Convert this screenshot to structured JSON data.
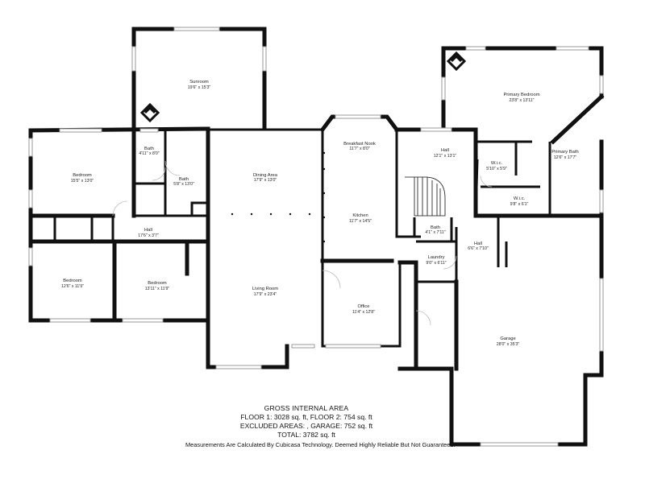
{
  "rooms": [
    {
      "id": "sunroom",
      "name": "Sunroom",
      "dims": "19'6\" x 15'3\""
    },
    {
      "id": "bedroom-west",
      "name": "Bedroom",
      "dims": "15'5\" x 13'0\""
    },
    {
      "id": "bath-north",
      "name": "Bath",
      "dims": "4'11\" x 8'0\""
    },
    {
      "id": "bath-center",
      "name": "Bath",
      "dims": "5'8\" x 13'0\""
    },
    {
      "id": "dining-area",
      "name": "Dining Area",
      "dims": "17'9\" x 13'0\""
    },
    {
      "id": "breakfast-nook",
      "name": "Breakfast Nook",
      "dims": "11'7\" x 8'0\""
    },
    {
      "id": "hall-east",
      "name": "Hall",
      "dims": "12'1\" x 13'1\""
    },
    {
      "id": "primary-bedroom",
      "name": "Primary Bedroom",
      "dims": "23'8\" x 13'11\""
    },
    {
      "id": "wic-1",
      "name": "W.i.c.",
      "dims": "5'10\" x 5'9\""
    },
    {
      "id": "primary-bath",
      "name": "Primary Bath",
      "dims": "12'6\" x 17'7\""
    },
    {
      "id": "wic-2",
      "name": "W.i.c.",
      "dims": "9'8\" x 6'1\""
    },
    {
      "id": "kitchen",
      "name": "Kitchen",
      "dims": "11'7\" x 14'5\""
    },
    {
      "id": "hall-west",
      "name": "Hall",
      "dims": "17'6\" x 3'7\""
    },
    {
      "id": "bath-utility",
      "name": "Bath",
      "dims": "4'1\" x 7'11\""
    },
    {
      "id": "hall-utility",
      "name": "Hall",
      "dims": "6'6\" x 7'10\""
    },
    {
      "id": "laundry",
      "name": "Laundry",
      "dims": "9'0\" x 6'11\""
    },
    {
      "id": "bedroom-sw",
      "name": "Bedroom",
      "dims": "12'6\" x 11'9\""
    },
    {
      "id": "bedroom-s",
      "name": "Bedroom",
      "dims": "13'11\" x 11'9\""
    },
    {
      "id": "living-room",
      "name": "Living Room",
      "dims": "17'9\" x 23'4\""
    },
    {
      "id": "office",
      "name": "Office",
      "dims": "11'4\" x 12'8\""
    },
    {
      "id": "garage",
      "name": "Garage",
      "dims": "28'0\" x 35'3\""
    }
  ],
  "summary": {
    "heading": "GROSS INTERNAL AREA",
    "floors": "FLOOR 1: 3028 sq. ft, FLOOR 2: 754 sq. ft",
    "excluded": "EXCLUDED AREAS: , GARAGE: 752 sq. ft",
    "total": "TOTAL: 3782 sq. ft",
    "disclaimer": "Measurements Are Calculated By Cubicasa Technology. Deemed Highly Reliable But Not Guaranteed."
  }
}
